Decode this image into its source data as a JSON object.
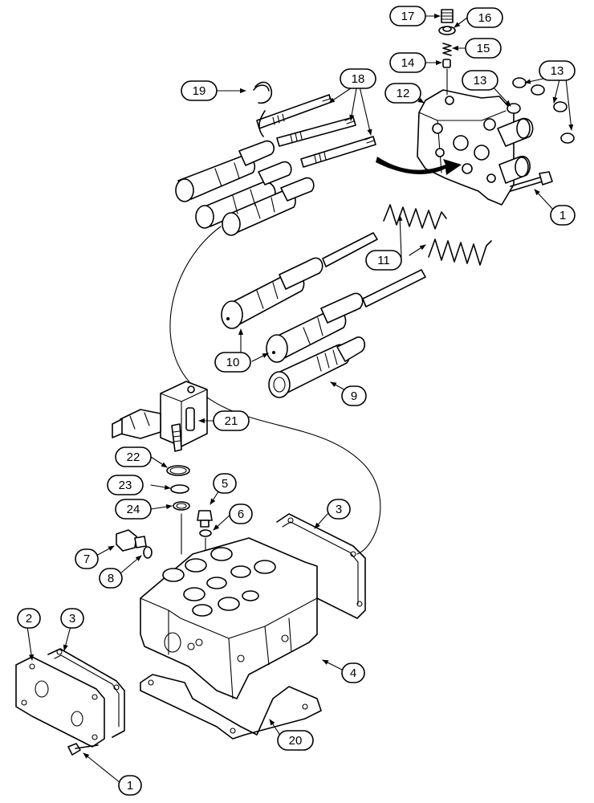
{
  "callouts": [
    {
      "id": "c1a",
      "label": "1"
    },
    {
      "id": "c1b",
      "label": "1"
    },
    {
      "id": "c2",
      "label": "2"
    },
    {
      "id": "c3a",
      "label": "3"
    },
    {
      "id": "c3b",
      "label": "3"
    },
    {
      "id": "c4",
      "label": "4"
    },
    {
      "id": "c5",
      "label": "5"
    },
    {
      "id": "c6",
      "label": "6"
    },
    {
      "id": "c7",
      "label": "7"
    },
    {
      "id": "c8",
      "label": "8"
    },
    {
      "id": "c9",
      "label": "9"
    },
    {
      "id": "c10",
      "label": "10"
    },
    {
      "id": "c11",
      "label": "11"
    },
    {
      "id": "c12",
      "label": "12"
    },
    {
      "id": "c13a",
      "label": "13"
    },
    {
      "id": "c13b",
      "label": "13"
    },
    {
      "id": "c14",
      "label": "14"
    },
    {
      "id": "c15",
      "label": "15"
    },
    {
      "id": "c16",
      "label": "16"
    },
    {
      "id": "c17",
      "label": "17"
    },
    {
      "id": "c18",
      "label": "18"
    },
    {
      "id": "c19",
      "label": "19"
    },
    {
      "id": "c20",
      "label": "20"
    },
    {
      "id": "c21",
      "label": "21"
    },
    {
      "id": "c22",
      "label": "22"
    },
    {
      "id": "c23",
      "label": "23"
    },
    {
      "id": "c24",
      "label": "24"
    }
  ]
}
